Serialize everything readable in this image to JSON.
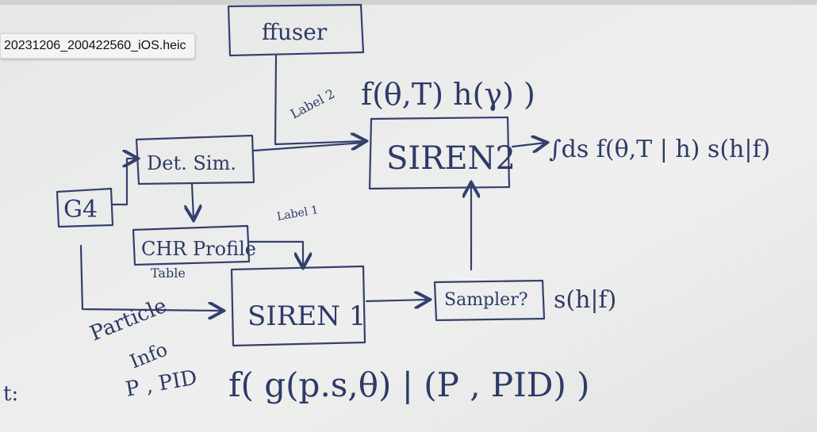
{
  "tooltip": {
    "filename": "20231206_200422560_iOS.heic"
  },
  "whiteboard": {
    "top_box": "ffuser",
    "g4": "G4",
    "det_sim": "Det. Sim.",
    "chr_profile": "CHR Profile",
    "table": "Table",
    "siren2": "SIREN2",
    "siren1": "SIREN 1",
    "sampler": "Sampler?",
    "label1": "Label 1",
    "label2": "Label 2",
    "formula_top": "f(θ,T) h(γ) )",
    "formula_right": "∫ds f(θ,T | h) s(h|f)",
    "formula_sampler": "s(h|f)",
    "formula_bottom": "f( g(p.s,θ) | (P , PID) )",
    "particle": "Particle",
    "info": "Info",
    "p_pid": "P , PID",
    "left_edge": "t:"
  }
}
